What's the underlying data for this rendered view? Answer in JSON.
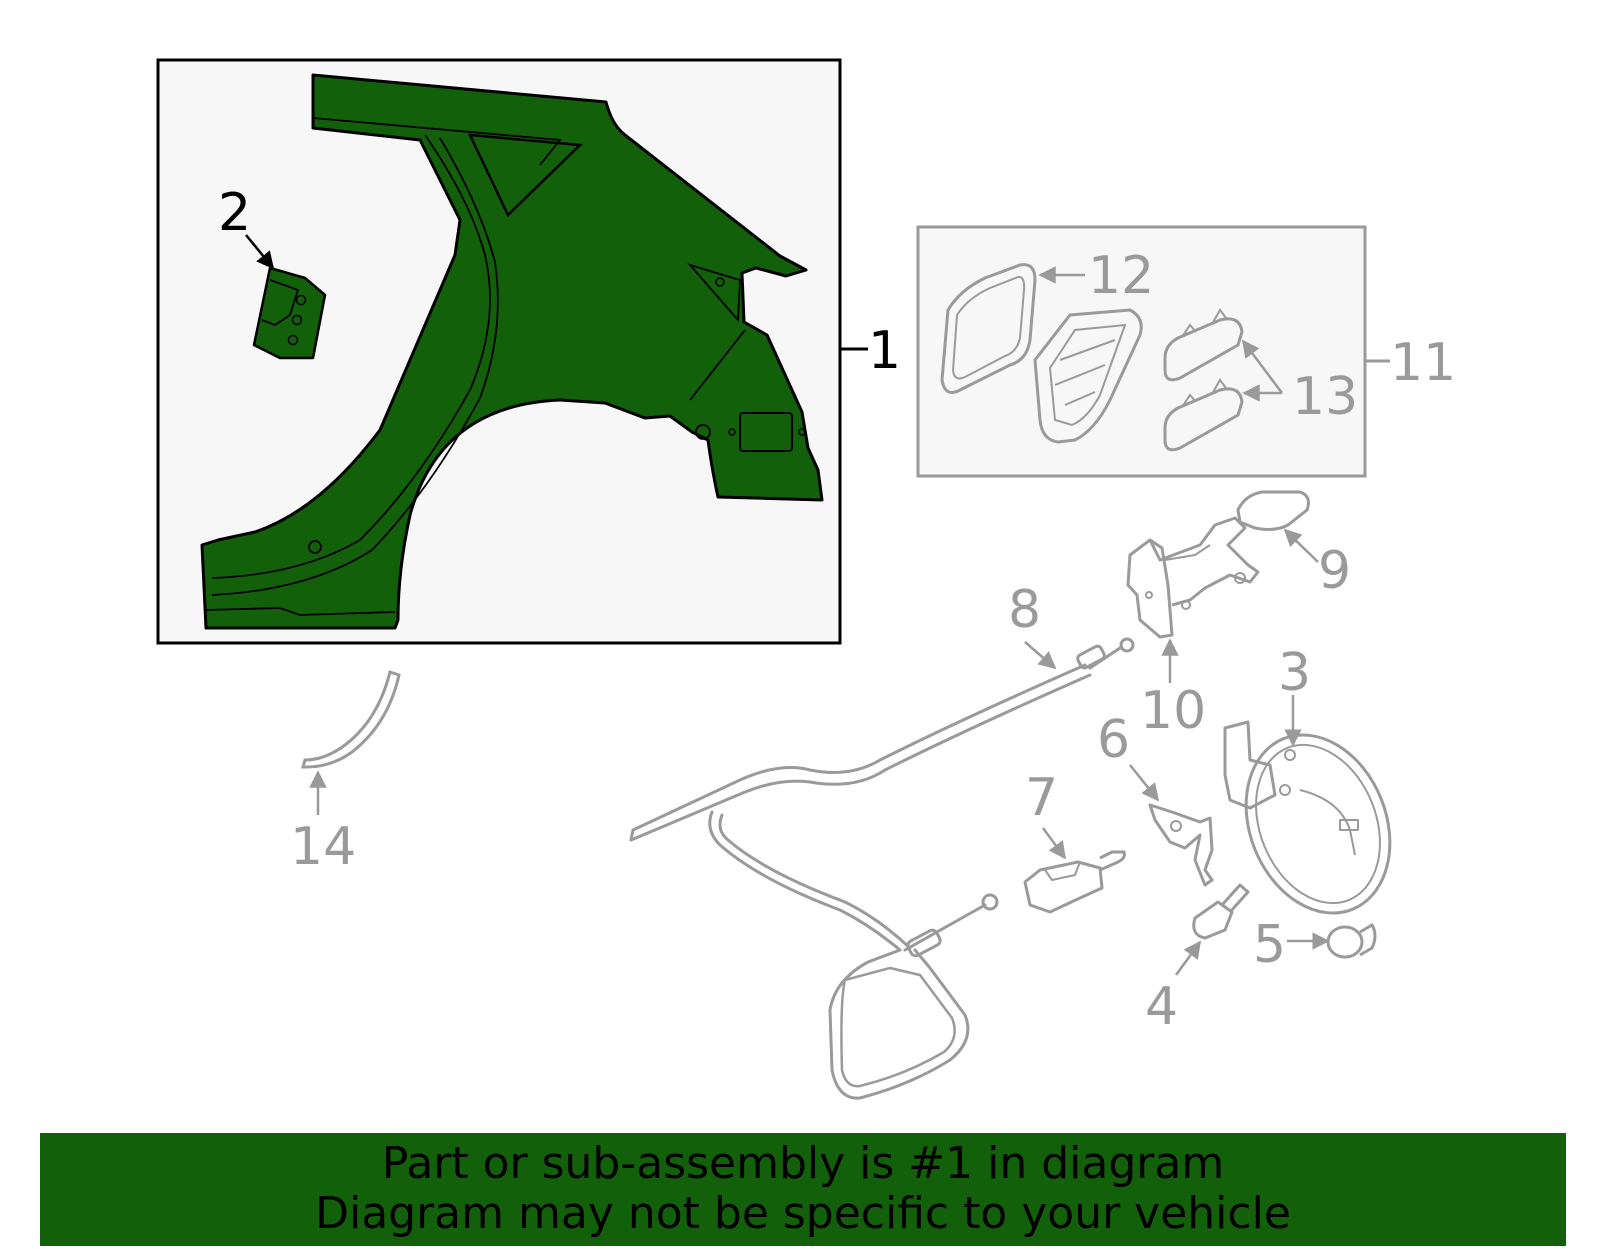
{
  "colors": {
    "highlight_fill": "#12600a",
    "highlight_stroke": "#000000",
    "dim_stroke": "#9a9a9a",
    "box_background": "#f7f7f7"
  },
  "callouts": {
    "c1": "1",
    "c2": "2",
    "c3": "3",
    "c4": "4",
    "c5": "5",
    "c6": "6",
    "c7": "7",
    "c8": "8",
    "c9": "9",
    "c10": "10",
    "c11": "11",
    "c12": "12",
    "c13": "13",
    "c14": "14"
  },
  "footer": {
    "line1": "Part or sub-assembly is #1 in diagram",
    "line2": "Diagram may not be specific to your vehicle"
  }
}
